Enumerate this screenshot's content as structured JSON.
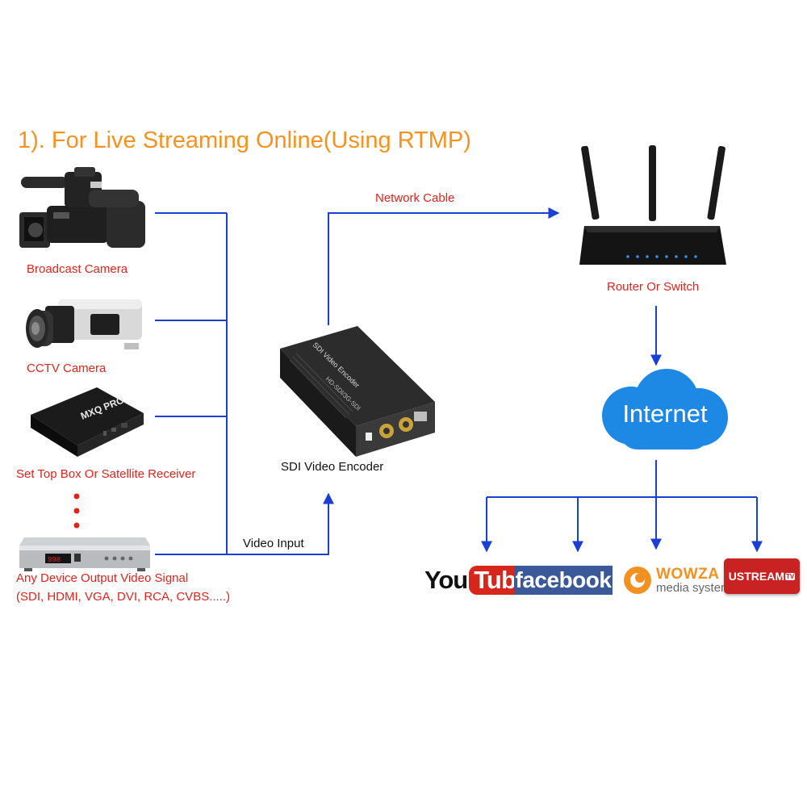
{
  "title": "1). For Live Streaming Online(Using RTMP)",
  "sources": [
    {
      "label": "Broadcast Camera"
    },
    {
      "label": "CCTV Camera"
    },
    {
      "label": "Set Top Box Or Satellite Receiver"
    },
    {
      "label": "Any Device Output Video Signal",
      "sub_label": "(SDI, HDMI, VGA, DVI, RCA, CVBS.....)"
    }
  ],
  "encoder": {
    "label": "SDI Video Encoder",
    "device_text": "HD-SDI/3G-SDI",
    "brand_text": "SDI Video Encoder"
  },
  "video_input_label": "Video Input",
  "network_cable_label": "Network Cable",
  "router": {
    "label": "Router Or Switch"
  },
  "internet": {
    "label": "Internet"
  },
  "platforms": {
    "youtube": {
      "part1": "You",
      "part2": "Tube"
    },
    "facebook": {
      "label": "facebook"
    },
    "wowza": {
      "main": "WOWZA",
      "sub": "media systems"
    },
    "ustream": {
      "label": "USTREAM",
      "badge": "TV"
    }
  },
  "stb_display": "998",
  "colors": {
    "title": "#f7921e",
    "label": "#e0231b",
    "line": "#1a3fd6",
    "cloud": "#1e88e5"
  }
}
